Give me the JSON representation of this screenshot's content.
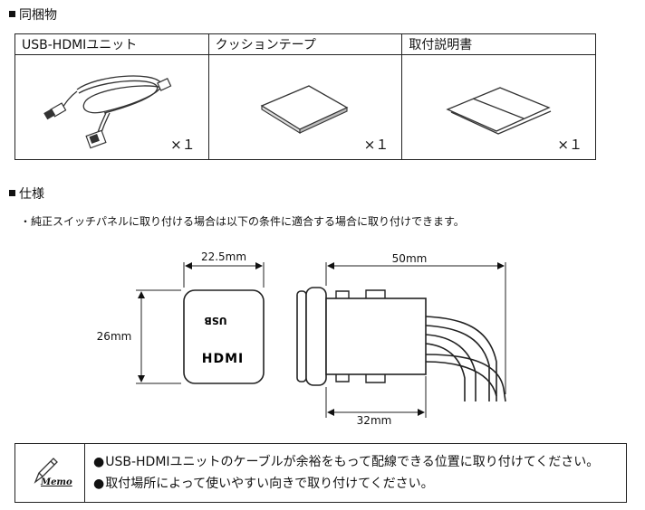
{
  "contents_section": {
    "title": "同梱物",
    "items": [
      {
        "name": "USB-HDMIユニット",
        "qty": "×１"
      },
      {
        "name": "クッションテープ",
        "qty": "×１"
      },
      {
        "name": "取付説明書",
        "qty": "×１"
      }
    ]
  },
  "spec_section": {
    "title": "仕様",
    "note": "・純正スイッチパネルに取り付ける場合は以下の条件に適合する場合に取り付けできます。",
    "front": {
      "width": "22.5mm",
      "height": "26mm",
      "label_usb": "USB",
      "label_hdmi": "HDMI"
    },
    "side": {
      "length": "50mm",
      "body_length": "32mm"
    }
  },
  "memo": {
    "label": "Memo",
    "lines": [
      "USB-HDMIユニットのケーブルが余裕をもって配線できる位置に取り付けてください。",
      "取付場所によって使いやすい向きで取り付けてください。"
    ]
  }
}
